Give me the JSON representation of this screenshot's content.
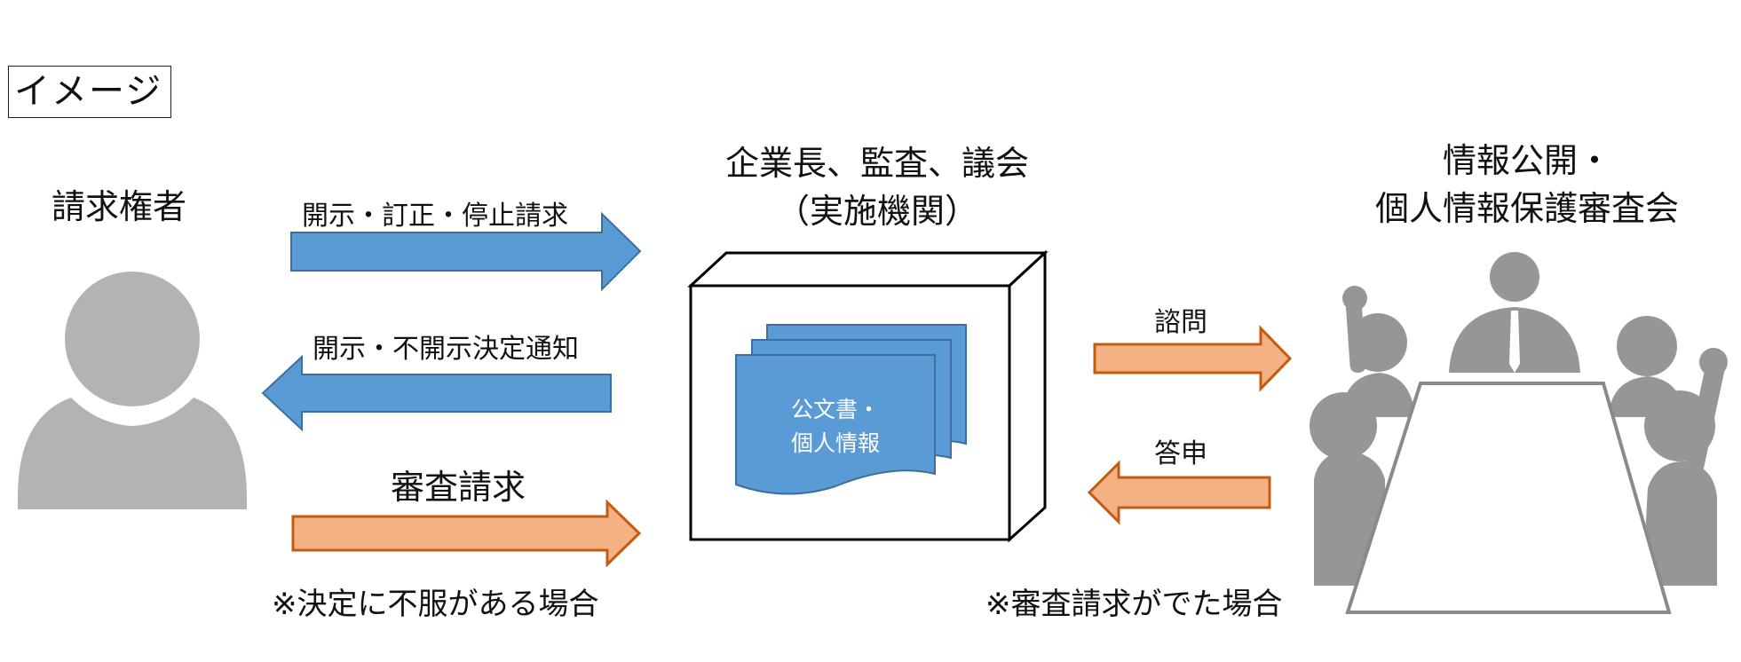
{
  "tag": "イメージ",
  "left_actor": {
    "label": "請求権者"
  },
  "center_actor": {
    "title_line1": "企業長、監査、議会",
    "title_line2": "（実施機関）",
    "doc_line1": "公文書・",
    "doc_line2": "個人情報"
  },
  "right_actor": {
    "title_line1": "情報公開・",
    "title_line2": "個人情報保護審査会"
  },
  "left_arrows": {
    "request": "開示・訂正・停止請求",
    "notice": "開示・不開示決定通知",
    "appeal": "審査請求",
    "appeal_note": "※決定に不服がある場合"
  },
  "right_arrows": {
    "inquiry": "諮問",
    "report": "答申",
    "inquiry_note": "※審査請求がでた場合"
  },
  "colors": {
    "blue_fill": "#5b9bd5",
    "blue_stroke": "#3a6f9f",
    "orange_fill": "#f4b183",
    "orange_stroke": "#c55a11",
    "person_gray": "#b3b3b3",
    "meeting_gray": "#969696"
  }
}
